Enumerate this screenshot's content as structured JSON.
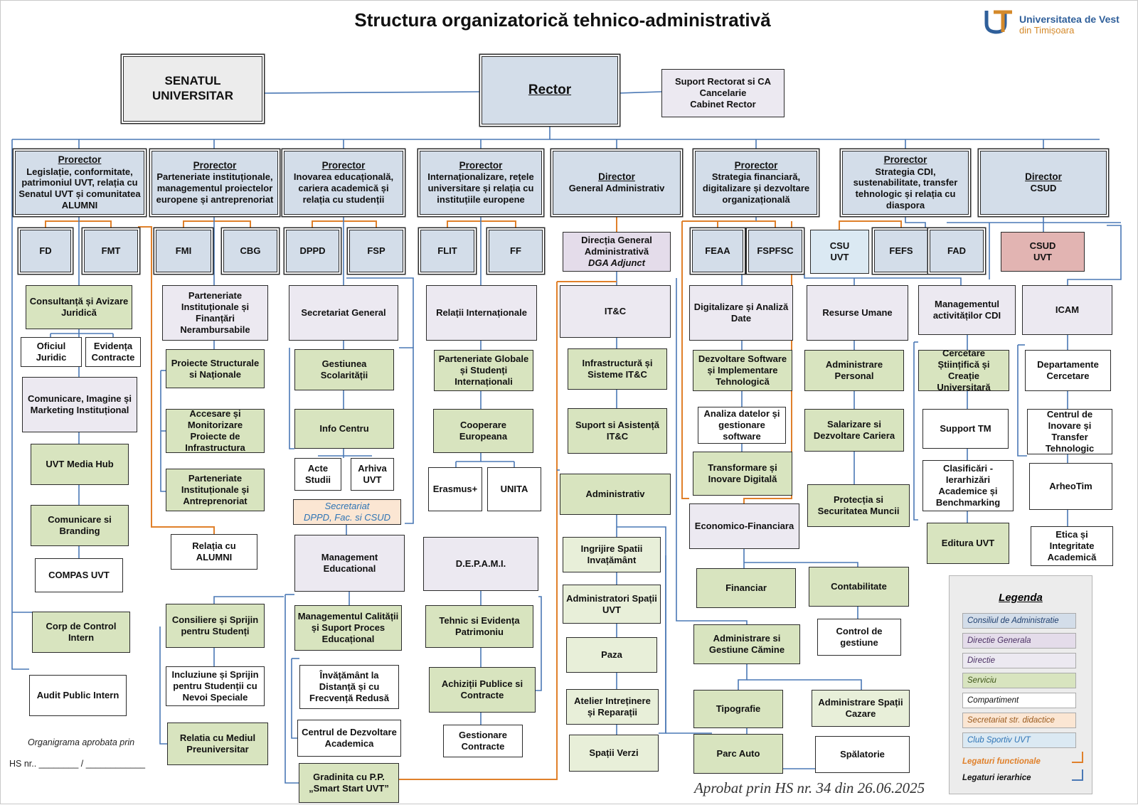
{
  "title": "Structura organizatorică tehnico-administrativă",
  "logo": {
    "line1": "Universitatea de Vest",
    "line2": "din Timișoara",
    "mark": "uvt-logo-icon"
  },
  "colors": {
    "hierarchical": "#4a78b5",
    "functional": "#e0802a"
  },
  "nodes": [
    {
      "id": "senat",
      "type": "sen",
      "lines": [
        "SENATUL",
        "UNIVERSITAR"
      ]
    },
    {
      "id": "rector",
      "type": "rect",
      "lines": [
        "Rector"
      ]
    },
    {
      "id": "suport",
      "type": "sup",
      "lines": [
        "Suport Rectorat si CA",
        "Cancelarie",
        "Cabinet Rector"
      ]
    },
    {
      "id": "p1",
      "type": "ca",
      "lines": [
        "Prorector",
        "Legislație, conformitate, patrimoniul UVT, relația cu Senatul UVT și comunitatea ALUMNI"
      ]
    },
    {
      "id": "p2",
      "type": "ca",
      "lines": [
        "Prorector",
        "Parteneriate instituționale, managementul proiectelor europene și antreprenoriat"
      ]
    },
    {
      "id": "p3",
      "type": "ca",
      "lines": [
        "Prorector",
        "Inovarea educațională, cariera academică și relația cu studenții"
      ]
    },
    {
      "id": "p4",
      "type": "ca",
      "lines": [
        "Prorector",
        "Internaționalizare, rețele universitare și relația cu instituțiile europene"
      ]
    },
    {
      "id": "dga",
      "type": "ca",
      "lines": [
        "Director",
        "General Administrativ"
      ]
    },
    {
      "id": "p5",
      "type": "ca",
      "lines": [
        "Prorector",
        "Strategia financiară, digitalizare și dezvoltare organizațională"
      ]
    },
    {
      "id": "p6",
      "type": "ca",
      "lines": [
        "Prorector",
        "Strategia CDI, sustenabilitate, transfer tehnologic și relația cu diaspora"
      ]
    },
    {
      "id": "dcsud",
      "type": "ca",
      "lines": [
        "Director",
        "CSUD"
      ]
    },
    {
      "id": "fd",
      "type": "ca",
      "lines": [
        "FD"
      ]
    },
    {
      "id": "fmt",
      "type": "ca",
      "lines": [
        "FMT"
      ]
    },
    {
      "id": "fmi",
      "type": "ca",
      "lines": [
        "FMI"
      ]
    },
    {
      "id": "cbg",
      "type": "ca",
      "lines": [
        "CBG"
      ]
    },
    {
      "id": "dppd",
      "type": "ca",
      "lines": [
        "DPPD"
      ]
    },
    {
      "id": "fsp",
      "type": "ca",
      "lines": [
        "FSP"
      ]
    },
    {
      "id": "flit",
      "type": "ca",
      "lines": [
        "FLIT"
      ]
    },
    {
      "id": "ff",
      "type": "ca",
      "lines": [
        "FF"
      ]
    },
    {
      "id": "dgadj",
      "type": "dg",
      "lines": [
        "Direcția General Administrativă",
        "DGA Adjunct"
      ]
    },
    {
      "id": "feaa",
      "type": "ca",
      "lines": [
        "FEAA"
      ]
    },
    {
      "id": "fspfsc",
      "type": "ca",
      "lines": [
        "FSPFSC"
      ]
    },
    {
      "id": "csuuvt",
      "type": "club",
      "lines": [
        "CSU",
        "UVT"
      ]
    },
    {
      "id": "fefs",
      "type": "ca",
      "lines": [
        "FEFS"
      ]
    },
    {
      "id": "fad",
      "type": "ca",
      "lines": [
        "FAD"
      ]
    },
    {
      "id": "csudu",
      "type": "csud",
      "lines": [
        "CSUD",
        "UVT"
      ]
    },
    {
      "id": "consult",
      "type": "srv",
      "lines": [
        "Consultanță și Avizare Juridică"
      ]
    },
    {
      "id": "oficiu",
      "type": "comp",
      "lines": [
        "Oficiul Juridic"
      ]
    },
    {
      "id": "evid",
      "type": "comp",
      "lines": [
        "Evidența Contracte"
      ]
    },
    {
      "id": "comimg",
      "type": "dir",
      "lines": [
        "Comunicare, Imagine  și Marketing Instituțional"
      ]
    },
    {
      "id": "media",
      "type": "srv",
      "lines": [
        "UVT Media Hub"
      ]
    },
    {
      "id": "combr",
      "type": "srv",
      "lines": [
        "Comunicare si Branding"
      ]
    },
    {
      "id": "compas",
      "type": "comp",
      "lines": [
        "COMPAS UVT"
      ]
    },
    {
      "id": "corp",
      "type": "srv",
      "lines": [
        "Corp de Control Intern"
      ]
    },
    {
      "id": "audit",
      "type": "comp",
      "lines": [
        "Audit Public Intern"
      ]
    },
    {
      "id": "partfin",
      "type": "dir",
      "lines": [
        "Parteneriate Instituționale și Finanțări Nerambursabile"
      ]
    },
    {
      "id": "proistr",
      "type": "srv",
      "lines": [
        "Proiecte Structurale si Naționale"
      ]
    },
    {
      "id": "access",
      "type": "srv",
      "lines": [
        "Accesare și Monitorizare Proiecte de Infrastructura"
      ]
    },
    {
      "id": "partant",
      "type": "srv",
      "lines": [
        "Parteneriate Instituționale și Antreprenoriat"
      ]
    },
    {
      "id": "alumni",
      "type": "comp",
      "lines": [
        "Relația cu ALUMNI"
      ]
    },
    {
      "id": "consil",
      "type": "srv",
      "lines": [
        "Consiliere și Sprijin pentru Studenți"
      ]
    },
    {
      "id": "incluz",
      "type": "comp",
      "lines": [
        "Incluziune și Sprijin pentru Studenții cu Nevoi Speciale"
      ]
    },
    {
      "id": "relpre",
      "type": "srv",
      "lines": [
        "Relatia cu Mediul Preuniversitar"
      ]
    },
    {
      "id": "secgen",
      "type": "dir",
      "lines": [
        "Secretariat General"
      ]
    },
    {
      "id": "gest",
      "type": "srv",
      "lines": [
        "Gestiunea Scolarității"
      ]
    },
    {
      "id": "info",
      "type": "srv",
      "lines": [
        "Info Centru"
      ]
    },
    {
      "id": "acte",
      "type": "comp",
      "lines": [
        "Acte Studii"
      ]
    },
    {
      "id": "arhiva",
      "type": "comp",
      "lines": [
        "Arhiva UVT"
      ]
    },
    {
      "id": "secdppd",
      "type": "sec",
      "lines": [
        "Secretariat",
        "DPPD, Fac. si CSUD"
      ]
    },
    {
      "id": "mgmted",
      "type": "dir",
      "lines": [
        "Management Educational"
      ]
    },
    {
      "id": "mgmtcal",
      "type": "srv",
      "lines": [
        "Managementul Calității și Suport Proces Educațional"
      ]
    },
    {
      "id": "invat",
      "type": "comp",
      "lines": [
        "Învățământ la Distanță și cu Frecvență Redusă"
      ]
    },
    {
      "id": "centru",
      "type": "comp",
      "lines": [
        "Centrul de Dezvoltare Academica"
      ]
    },
    {
      "id": "gradi",
      "type": "srv",
      "lines": [
        "Gradinita cu P.P. „Smart Start UVT”"
      ]
    },
    {
      "id": "relint",
      "type": "dir",
      "lines": [
        "Relații Internaționale"
      ]
    },
    {
      "id": "partglob",
      "type": "srv",
      "lines": [
        "Parteneriate Globale și Studenți Internaționali"
      ]
    },
    {
      "id": "coop",
      "type": "srv",
      "lines": [
        "Cooperare Europeana"
      ]
    },
    {
      "id": "erasmus",
      "type": "comp",
      "lines": [
        "Erasmus+"
      ]
    },
    {
      "id": "unita",
      "type": "comp",
      "lines": [
        "UNITA"
      ]
    },
    {
      "id": "depami",
      "type": "dir",
      "lines": [
        "D.E.P.A.M.I."
      ]
    },
    {
      "id": "tehnic",
      "type": "srv",
      "lines": [
        "Tehnic si Evidența Patrimoniu"
      ]
    },
    {
      "id": "achiz",
      "type": "srv",
      "lines": [
        "Achiziții Publice si Contracte"
      ]
    },
    {
      "id": "gestcon",
      "type": "comp",
      "lines": [
        "Gestionare Contracte"
      ]
    },
    {
      "id": "itc",
      "type": "dir",
      "lines": [
        "IT&C"
      ]
    },
    {
      "id": "infra",
      "type": "srv",
      "lines": [
        "Infrastructură și Sisteme IT&C"
      ]
    },
    {
      "id": "suportit",
      "type": "srv",
      "lines": [
        "Suport si Asistență IT&C"
      ]
    },
    {
      "id": "admin",
      "type": "srv",
      "lines": [
        "Administrativ"
      ]
    },
    {
      "id": "ingrij",
      "type": "srvl",
      "lines": [
        "Ingrijire Spatii Invațământ"
      ]
    },
    {
      "id": "adminsp",
      "type": "srvl",
      "lines": [
        "Administratori Spații UVT"
      ]
    },
    {
      "id": "paza",
      "type": "srvl",
      "lines": [
        "Paza"
      ]
    },
    {
      "id": "atelier",
      "type": "srvl",
      "lines": [
        "Atelier Intreținere și Reparații"
      ]
    },
    {
      "id": "verzi",
      "type": "srvl",
      "lines": [
        "Spații Verzi"
      ]
    },
    {
      "id": "digit",
      "type": "dir",
      "lines": [
        "Digitalizare și Analiză Date"
      ]
    },
    {
      "id": "dezvsw",
      "type": "srv",
      "lines": [
        "Dezvoltare Software și Implementare Tehnologică"
      ]
    },
    {
      "id": "analiza",
      "type": "comp",
      "lines": [
        "Analiza datelor și gestionare software"
      ]
    },
    {
      "id": "transf",
      "type": "srv",
      "lines": [
        "Transformare și Inovare Digitală"
      ]
    },
    {
      "id": "econ",
      "type": "dir",
      "lines": [
        "Economico-Financiara"
      ]
    },
    {
      "id": "financiar",
      "type": "srv",
      "lines": [
        "Financiar"
      ]
    },
    {
      "id": "contab",
      "type": "srv",
      "lines": [
        "Contabilitate"
      ]
    },
    {
      "id": "control",
      "type": "comp",
      "lines": [
        "Control de gestiune"
      ]
    },
    {
      "id": "admcamine",
      "type": "srv",
      "lines": [
        "Administrare si Gestiune Cămine"
      ]
    },
    {
      "id": "tipo",
      "type": "srv",
      "lines": [
        "Tipografie"
      ]
    },
    {
      "id": "admcazare",
      "type": "srvl",
      "lines": [
        "Administrare Spații Cazare"
      ]
    },
    {
      "id": "parc",
      "type": "srv",
      "lines": [
        "Parc Auto"
      ]
    },
    {
      "id": "spal",
      "type": "comp",
      "lines": [
        "Spălatorie"
      ]
    },
    {
      "id": "resum",
      "type": "dir",
      "lines": [
        "Resurse Umane"
      ]
    },
    {
      "id": "admpers",
      "type": "srv",
      "lines": [
        "Administrare Personal"
      ]
    },
    {
      "id": "salar",
      "type": "srv",
      "lines": [
        "Salarizare si Dezvoltare Cariera"
      ]
    },
    {
      "id": "protect",
      "type": "srv",
      "lines": [
        "Protecția si Securitatea Muncii"
      ]
    },
    {
      "id": "mgmtcdi",
      "type": "dir",
      "lines": [
        "Managementul activităților CDI"
      ]
    },
    {
      "id": "cercet",
      "type": "srv",
      "lines": [
        "Cercetare Științifică și Creație Universitară"
      ]
    },
    {
      "id": "supptm",
      "type": "comp",
      "lines": [
        "Support TM"
      ]
    },
    {
      "id": "clasif",
      "type": "comp",
      "lines": [
        "Clasificări - Ierarhizări Academice și Benchmarking"
      ]
    },
    {
      "id": "editura",
      "type": "srv",
      "lines": [
        "Editura UVT"
      ]
    },
    {
      "id": "icam",
      "type": "dir",
      "lines": [
        "ICAM"
      ]
    },
    {
      "id": "depcerc",
      "type": "comp",
      "lines": [
        "Departamente Cercetare"
      ]
    },
    {
      "id": "centinov",
      "type": "comp",
      "lines": [
        "Centrul de Inovare și Transfer Tehnologic"
      ]
    },
    {
      "id": "arheo",
      "type": "comp",
      "lines": [
        "ArheoTim"
      ]
    },
    {
      "id": "etica",
      "type": "comp",
      "lines": [
        "Etica și Integritate Academică"
      ]
    }
  ],
  "legend": {
    "title": "Legenda",
    "items": [
      {
        "label": "Consiliul de Administratie",
        "type": "ca"
      },
      {
        "label": "Directie Generala",
        "type": "dg"
      },
      {
        "label": "Directie",
        "type": "dir"
      },
      {
        "label": "Serviciu",
        "type": "srv"
      },
      {
        "label": "Compartiment",
        "type": "comp"
      },
      {
        "label": "Secretariat str. didactice",
        "type": "sec"
      },
      {
        "label": "Club Sportiv UVT",
        "type": "club"
      }
    ],
    "functional_label": "Legaturi functionale",
    "hierarchical_label": "Legaturi ierarhice"
  },
  "approval_text": "Organigrama aprobata prin",
  "hs_line": "HS nr.. ________ / ____________",
  "footer": "Aprobat prin HS nr. 34 din 26.06.2025"
}
